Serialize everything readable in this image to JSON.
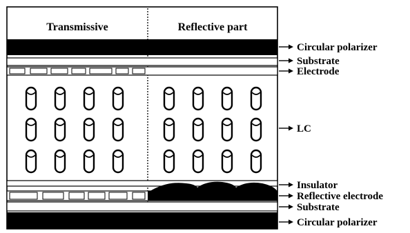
{
  "headers": {
    "left": "Transmissive",
    "right": "Reflective part"
  },
  "layers": [
    {
      "id": "circular-polarizer-top",
      "label": "Circular polarizer"
    },
    {
      "id": "substrate-top",
      "label": "Substrate"
    },
    {
      "id": "electrode",
      "label": "Electrode"
    },
    {
      "id": "lc",
      "label": "LC"
    },
    {
      "id": "insulator",
      "label": "Insulator"
    },
    {
      "id": "reflective-electrode",
      "label": "Reflective electrode"
    },
    {
      "id": "substrate-bottom",
      "label": "Substrate"
    },
    {
      "id": "circular-polarizer-bottom",
      "label": "Circular polarizer"
    }
  ],
  "lc_grid": {
    "rows": 3,
    "columns_per_region": 4,
    "regions": 2
  },
  "colors": {
    "ink": "#000000",
    "paper": "#ffffff"
  }
}
